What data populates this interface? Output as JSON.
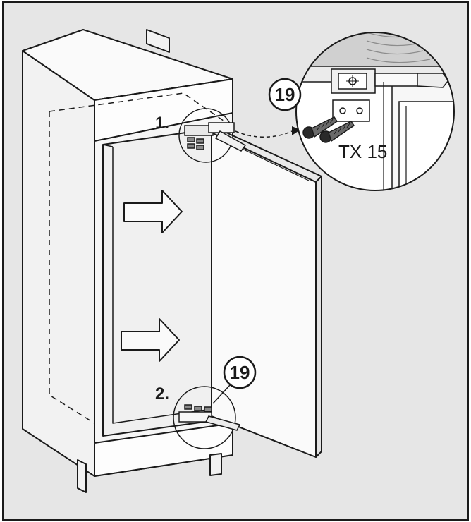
{
  "labels": {
    "step_1": "1.",
    "step_2": "2.",
    "part_top": "19",
    "part_bottom": "19",
    "tool": "TX 15"
  },
  "colors": {
    "background": "#e6e6e6",
    "line": "#1a1a1a",
    "surface": "#f4f4f4",
    "white": "#ffffff",
    "wood": "#c8c8c8"
  }
}
